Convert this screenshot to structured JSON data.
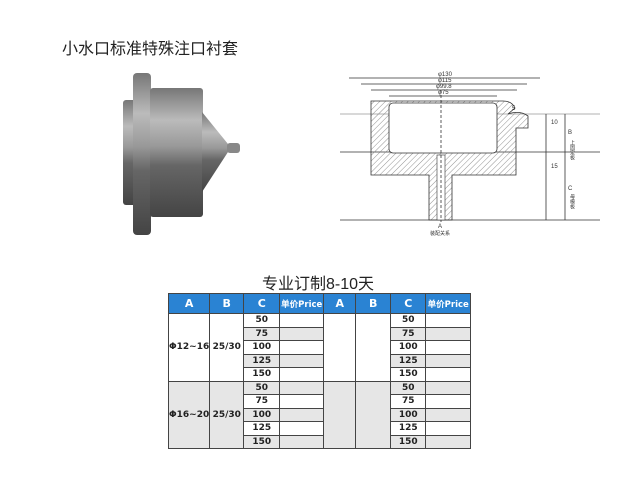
{
  "title": "小水口标准特殊注口衬套",
  "subtitle": "专业订制8-10天",
  "drawing": {
    "dims": [
      "φ130",
      "φ115",
      "φ99.8",
      "φ75"
    ],
    "right_dims": [
      "10",
      "B",
      "15",
      "C"
    ],
    "right_labels": [
      "上固定板",
      "母模板"
    ],
    "bottom_dim": "A",
    "bottom_label": "装配关系",
    "radius": "5"
  },
  "table": {
    "headers": [
      "A",
      "B",
      "C",
      "单价Price",
      "A",
      "B",
      "C",
      "单价Price"
    ],
    "groups": [
      {
        "a": "Φ12~16",
        "b": "25/30",
        "c": [
          "50",
          "75",
          "100",
          "125",
          "150"
        ],
        "c2": [
          "50",
          "75",
          "100",
          "125",
          "150"
        ]
      },
      {
        "a": "Φ16~20",
        "b": "25/30",
        "c": [
          "50",
          "75",
          "100",
          "125",
          "150"
        ],
        "c2": [
          "50",
          "75",
          "100",
          "125",
          "150"
        ]
      }
    ]
  }
}
